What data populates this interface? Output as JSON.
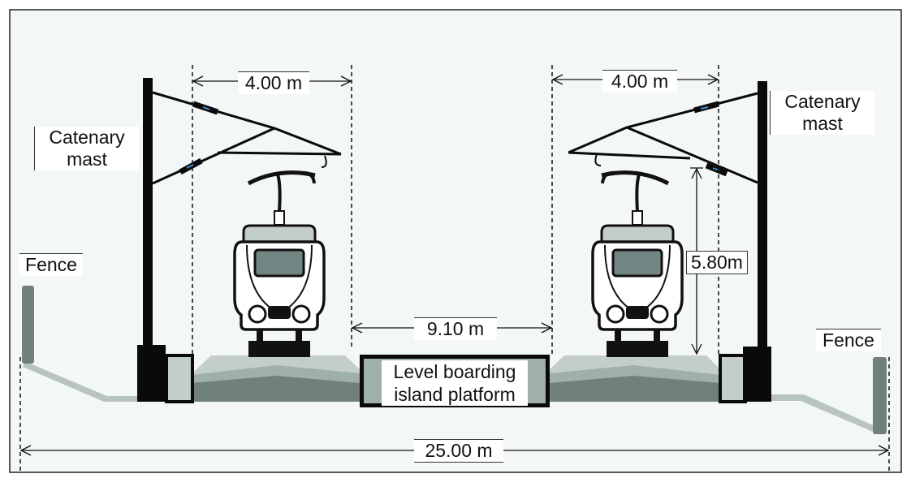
{
  "labels": {
    "catenary_mast_left": [
      "Catenary",
      "mast"
    ],
    "catenary_mast_right": [
      "Catenary",
      "mast"
    ],
    "fence_left": "Fence",
    "fence_right": "Fence",
    "platform": [
      "Level boarding",
      "island platform"
    ]
  },
  "dimensions": {
    "left_track_width": "4.00 m",
    "right_track_width": "4.00 m",
    "platform_width": "9.10 m",
    "catenary_height": "5.80m",
    "total_width": "25.00 m"
  },
  "colors": {
    "background": "#f3f7f8",
    "dark": "#0a0a0a",
    "ballast_light": "#c3cdcc",
    "ballast_mid": "#9fafac",
    "ballast_dark": "#6f807d",
    "insulator_blue": "#3a8fd8"
  }
}
